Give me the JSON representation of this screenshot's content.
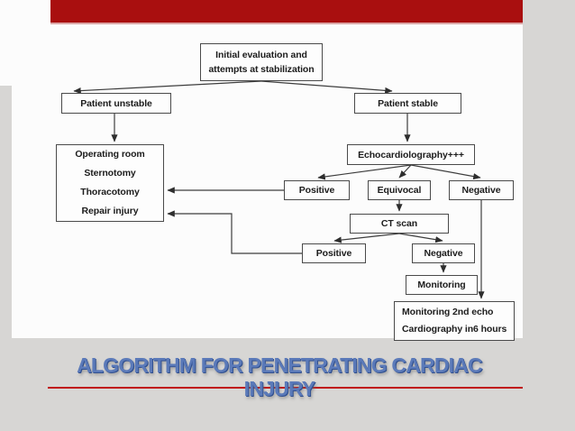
{
  "page": {
    "title_line1": "ALGORITHM FOR PENETRATING CARDIAC",
    "title_line2": "INJURY"
  },
  "flowchart": {
    "initial": {
      "line1": "Initial evaluation and",
      "line2": "attempts at stabilization"
    },
    "patient_unstable": "Patient unstable",
    "patient_stable": "Patient stable",
    "operating_room": {
      "line1": "Operating room",
      "line2": "Sternotomy",
      "line3": "Thoracotomy",
      "line4": "Repair injury"
    },
    "echocardiography": "Echocardiolography+++",
    "echo_positive": "Positive",
    "echo_equivocal": "Equivocal",
    "echo_negative": "Negative",
    "ct_scan": "CT scan",
    "ct_positive": "Positive",
    "ct_negative": "Negative",
    "monitoring": "Monitoring",
    "second_echo": {
      "line1": "Monitoring 2nd echo",
      "line2": "Cardiography in6 hours"
    }
  },
  "colors": {
    "top_bar": "#a90f0f",
    "title_text": "#5b7ab9",
    "underline": "#c01515",
    "background": "#d7d6d4",
    "slide_background": "#fcfcfc",
    "node_border": "#4a4a4a",
    "connector": "#3d3d3d"
  }
}
